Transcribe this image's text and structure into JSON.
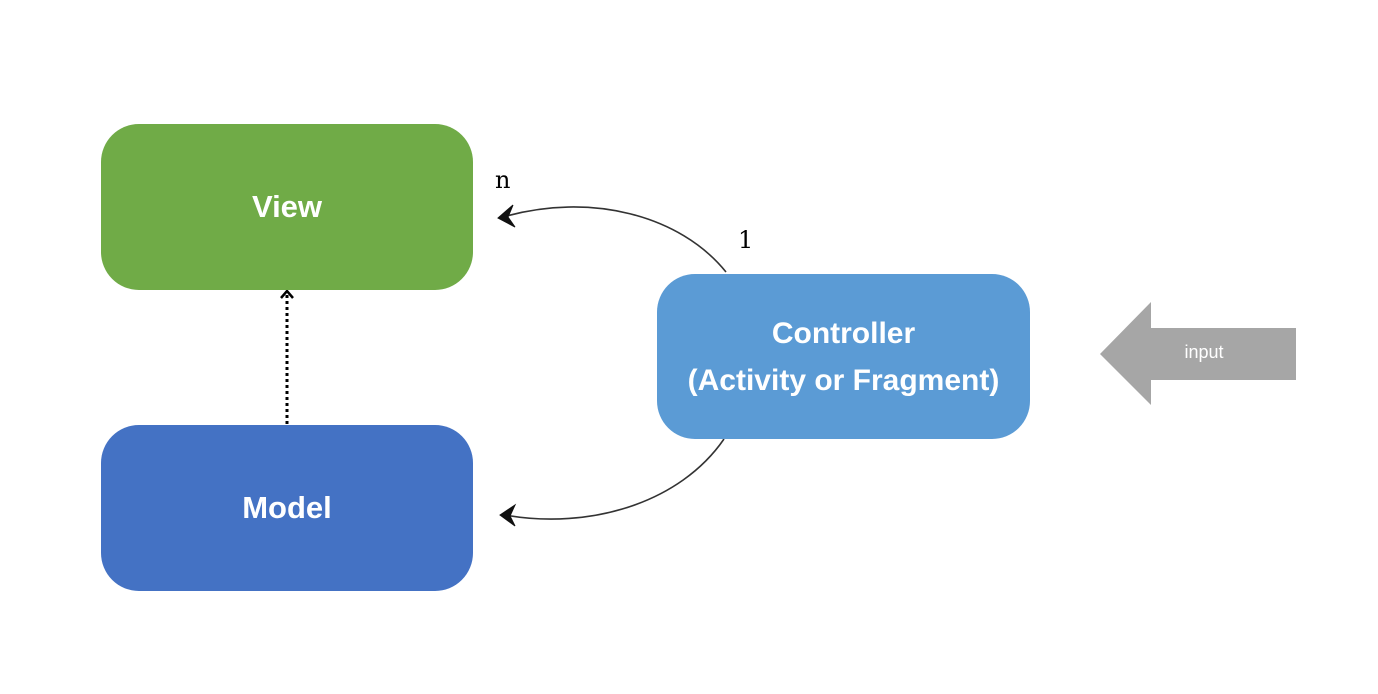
{
  "nodes": {
    "view": {
      "label": "View",
      "color": "#70ab47"
    },
    "model": {
      "label": "Model",
      "color": "#4472c4"
    },
    "controller": {
      "line1": "Controller",
      "line2": "(Activity or Fragment)",
      "color": "#5b9bd5"
    }
  },
  "multiplicity": {
    "view_end": "n",
    "controller_end": "1"
  },
  "input_arrow": {
    "label": "input",
    "color": "#a6a6a6"
  },
  "edges": [
    {
      "from": "controller",
      "to": "view",
      "style": "solid-curved"
    },
    {
      "from": "controller",
      "to": "model",
      "style": "solid-curved"
    },
    {
      "from": "model",
      "to": "view",
      "style": "dotted"
    }
  ]
}
